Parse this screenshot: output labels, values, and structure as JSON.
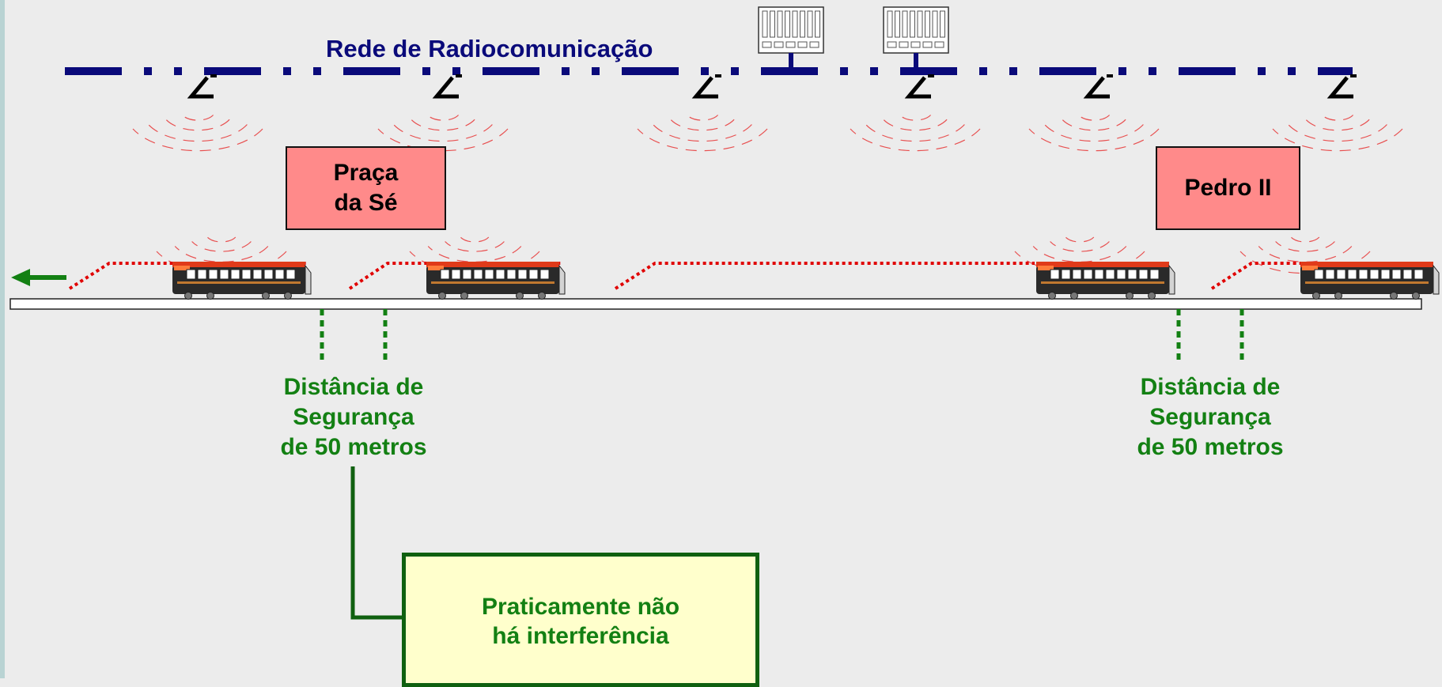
{
  "network": {
    "title": "Rede de Radiocomunicação"
  },
  "stations": [
    {
      "id": "praca",
      "label": "Praça\nda Sé"
    },
    {
      "id": "pedro",
      "label": "Pedro II"
    }
  ],
  "safety_distance": {
    "left_label": "Distância de\nSegurança\nde 50 metros",
    "right_label": "Distância de\nSegurança\nde 50 metros"
  },
  "note": {
    "text": "Praticamente não\nhá interferência"
  },
  "counts": {
    "antennas": 6,
    "trains": 4,
    "base_stations": 2
  },
  "colors": {
    "background": "#ececec",
    "network": "#0a0a7a",
    "station_fill": "#ff8a8a",
    "safety_green": "#138013",
    "signal_red": "#e00000",
    "note_fill": "#ffffcc"
  },
  "icons": [
    "antenna-icon",
    "base-station-icon",
    "train-icon",
    "signal-wave-icon",
    "arrow-left-icon"
  ]
}
